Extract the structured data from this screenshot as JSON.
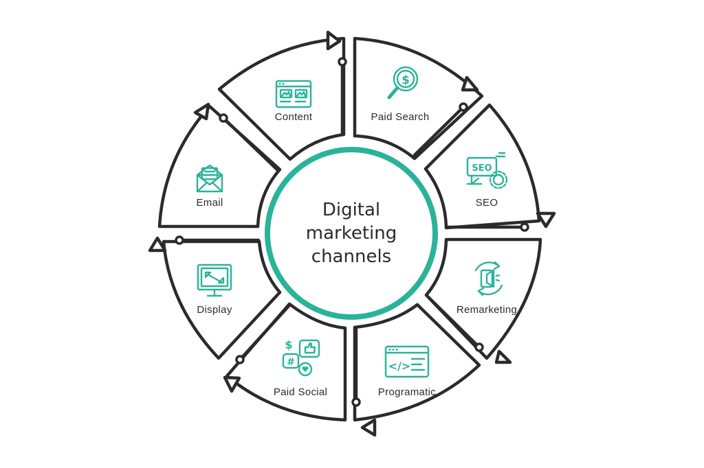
{
  "center": {
    "line1": "Digital",
    "line2": "marketing",
    "line3": "channels"
  },
  "channels": [
    {
      "label": "Content",
      "icon": "browser-window-icon"
    },
    {
      "label": "Paid Search",
      "icon": "dollar-magnifier-icon"
    },
    {
      "label": "SEO",
      "icon": "seo-gear-icon"
    },
    {
      "label": "Remarketing",
      "icon": "megaphone-cycle-icon"
    },
    {
      "label": "Programatic",
      "icon": "code-window-icon"
    },
    {
      "label": "Paid Social",
      "icon": "social-bubbles-icon"
    },
    {
      "label": "Display",
      "icon": "monitor-icon"
    },
    {
      "label": "Email",
      "icon": "envelope-icon"
    }
  ],
  "icon_text": {
    "seo": "SEO",
    "dollar": "$",
    "hash": "#",
    "code": "</>"
  },
  "colors": {
    "accent": "#2bb39a",
    "outline": "#2b2b2b",
    "background": "#ffffff"
  }
}
